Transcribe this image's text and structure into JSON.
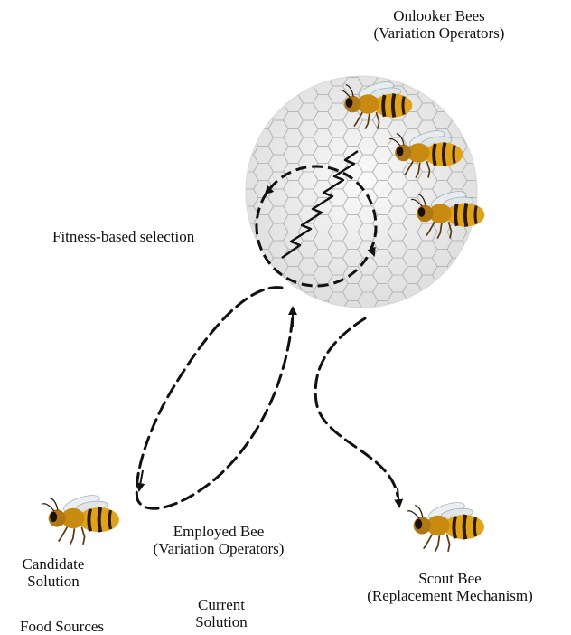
{
  "labels": {
    "onlooker": {
      "line1": "Onlooker Bees",
      "line2": "(Variation Operators)"
    },
    "fitness": "Fitness-based selection",
    "employed": {
      "line1": "Employed Bee",
      "line2": "(Variation Operators)"
    },
    "candidate": {
      "line1": "Candidate",
      "line2": "Solution"
    },
    "current": {
      "line1": "Current",
      "line2": "Solution"
    },
    "food": "Food Sources",
    "scout": {
      "line1": "Scout Bee",
      "line2": "(Replacement Mechanism)"
    }
  },
  "icons": {
    "bee": "bee-icon",
    "spring": "spring-icon",
    "hive": "honeycomb-icon"
  },
  "colors": {
    "bee_body": "#e0a21b",
    "bee_stripe": "#2a1a08",
    "hive": "#eeeeee",
    "arrow": "#111111"
  }
}
